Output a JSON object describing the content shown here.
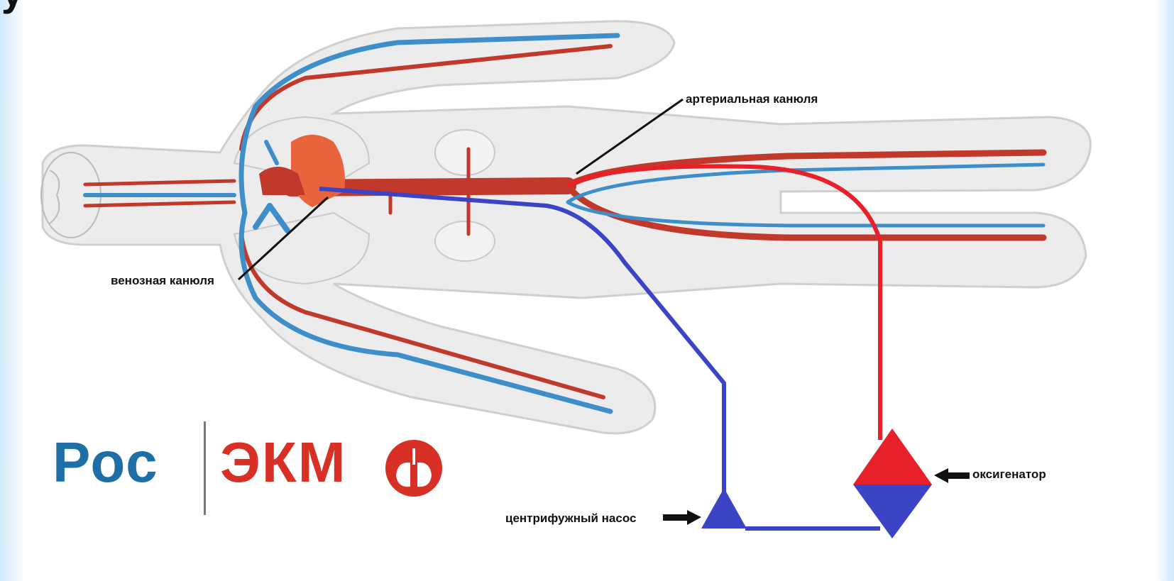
{
  "labels": {
    "arterial_cannula": "артериальная канюля",
    "venous_cannula": "венозная канюля",
    "centrifugal_pump": "центрифужный насос",
    "oxygenator": "оксигенатор"
  },
  "logo": {
    "part1": "Рос",
    "part2": "ЭКМ"
  },
  "colors": {
    "arterial": "#e8202a",
    "venous": "#3b44c4",
    "vessel_red": "#c0392b",
    "vessel_blue": "#3d8ec9",
    "body_fill": "#ececec",
    "heart": "#e8643c",
    "logo_blue": "#1d6fa5",
    "logo_red": "#d93025"
  }
}
